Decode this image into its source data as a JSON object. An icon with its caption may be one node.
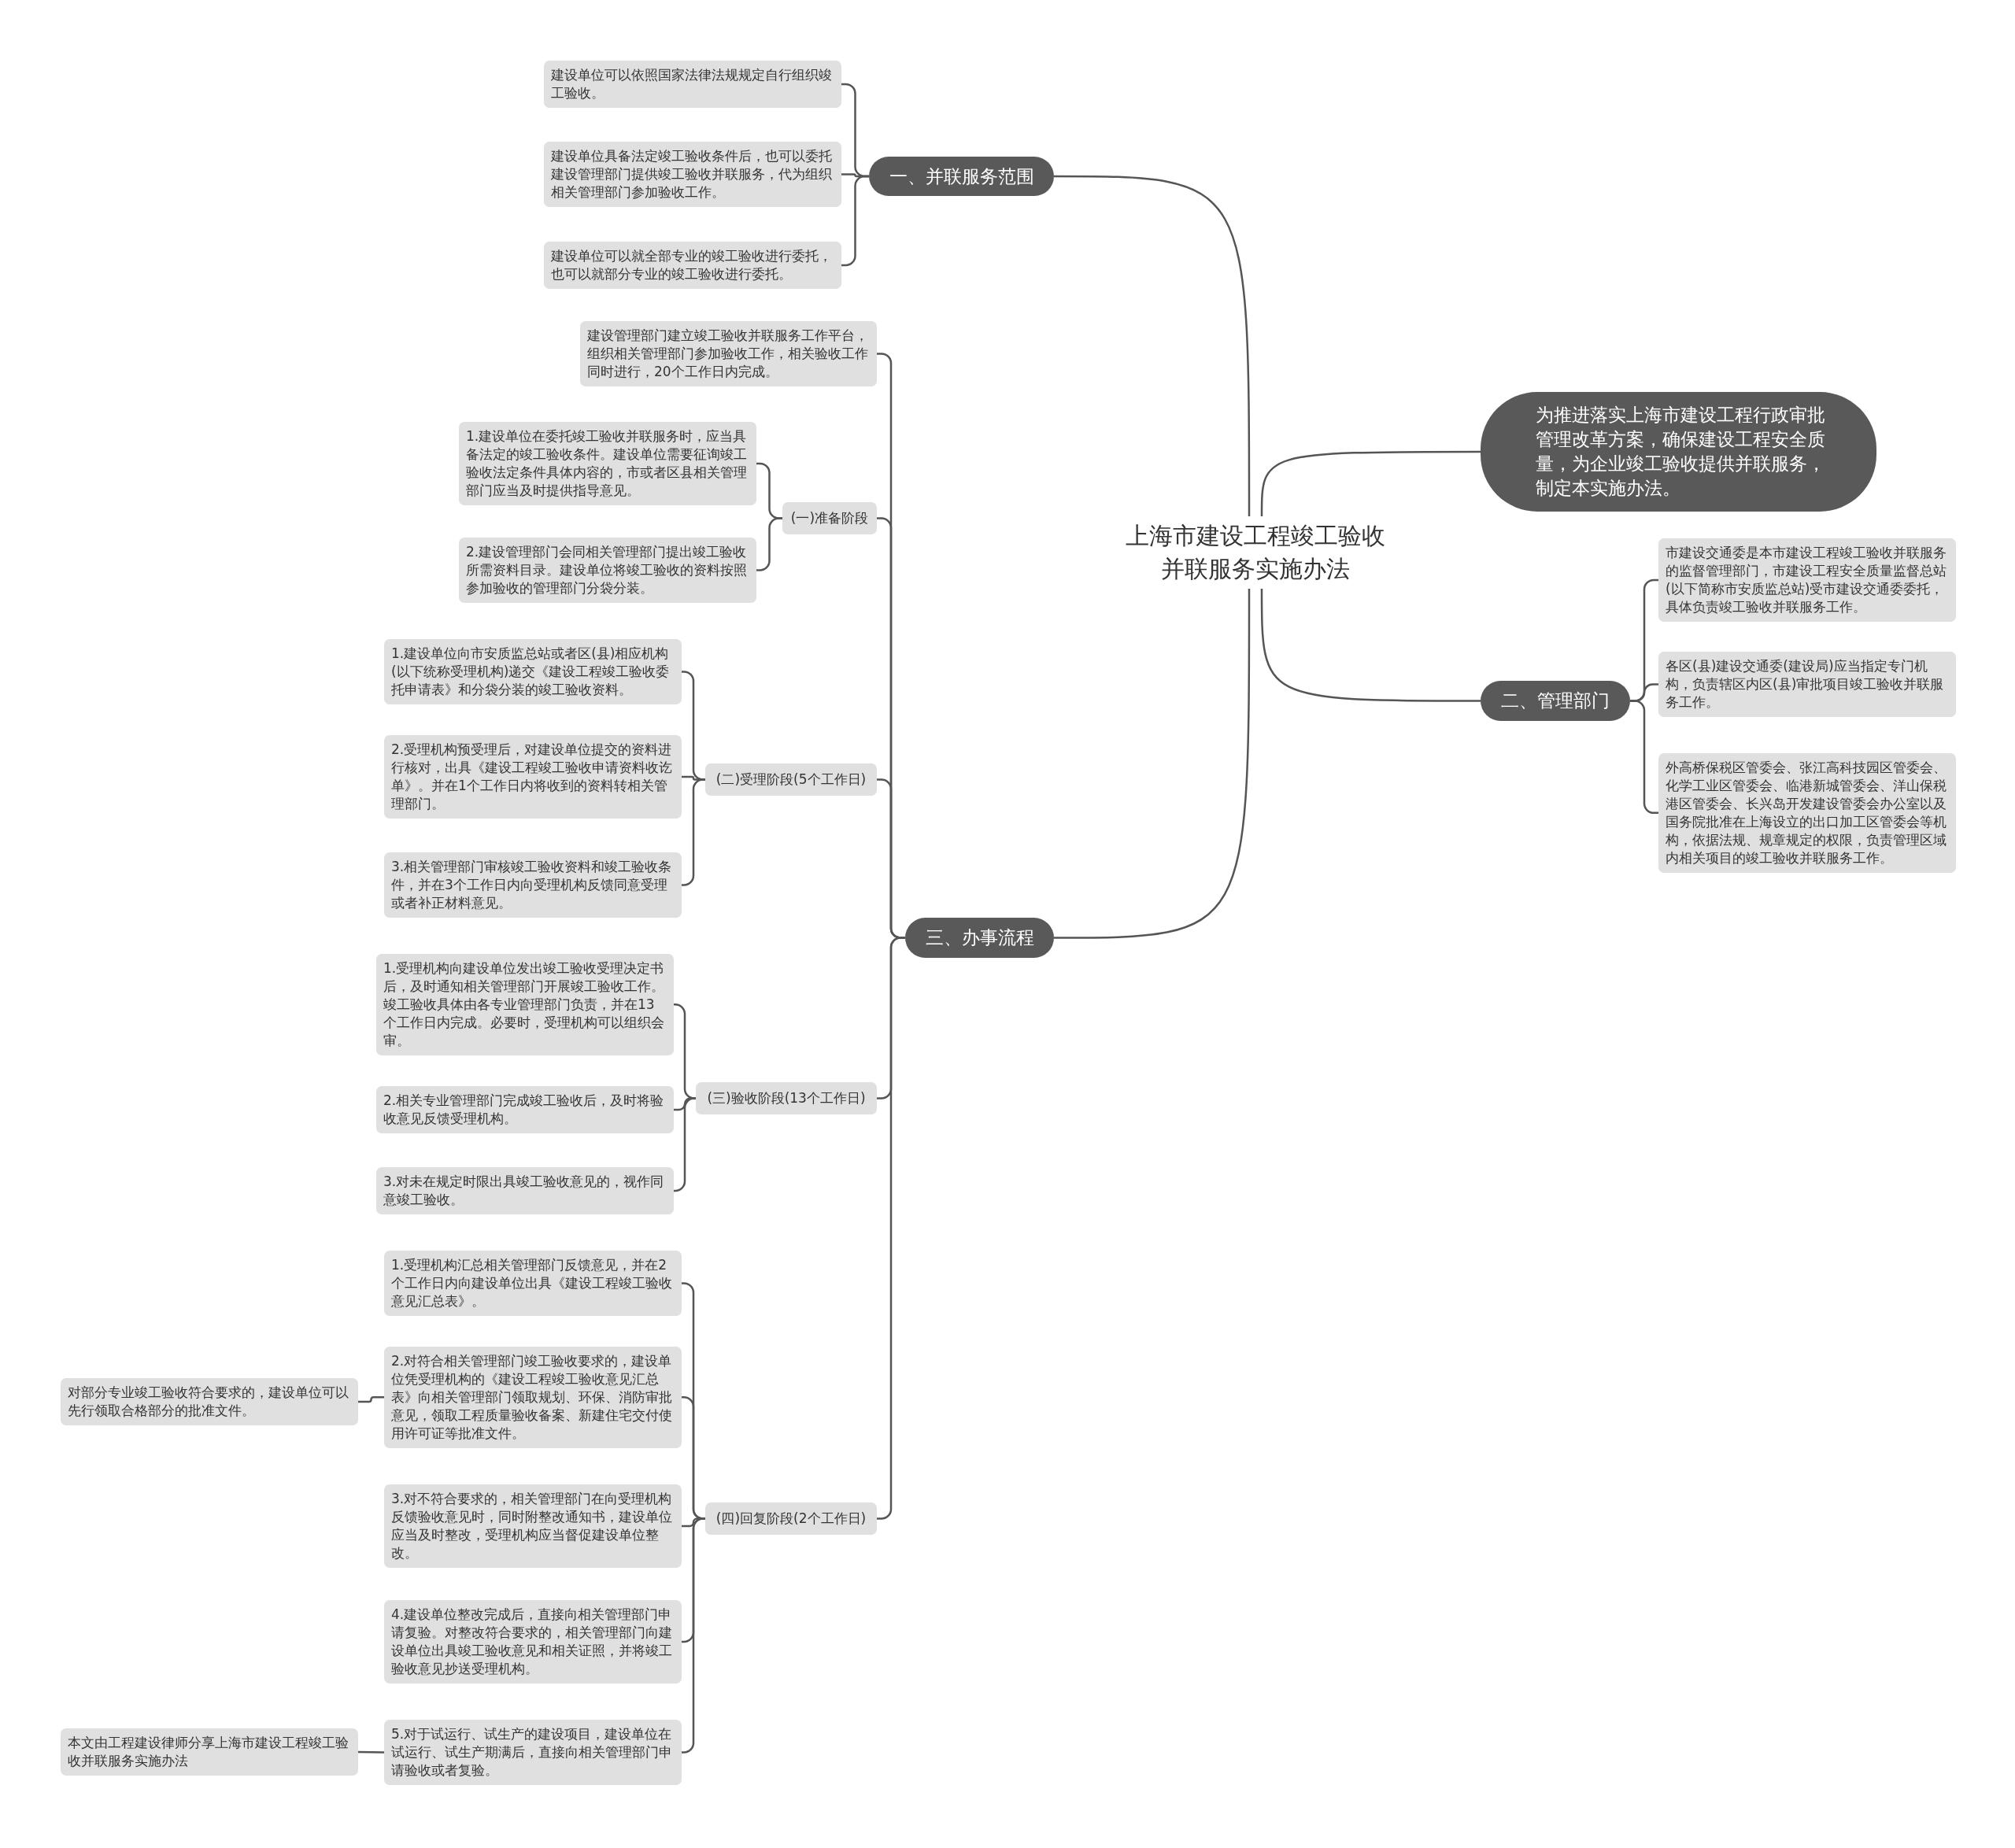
{
  "diagram": {
    "nodes": [
      {
        "text": [
          "上海市建设工程竣工验收并联服务实施办法"
        ]
      },
      {
        "text": [
          "为推进落实上海市建设工程行政审批管理改革方案，确保建设工程安全质量，为企业竣工验收提供并联服务，制定本实施办法。"
        ]
      },
      {
        "text": [
          "一、并联服务范围"
        ]
      },
      {
        "text": [
          "建设单位可以依照国家法律法规规定自行组织竣工验收。"
        ]
      },
      {
        "text": [
          "建设单位具备法定竣工验收条件后，也可以委托建设管理部门提供竣工验收并联服务，代为组织相关管理部门参加验收工作。"
        ]
      },
      {
        "text": [
          "建设单位可以就全部专业的竣工验收进行委托，也可以就部分专业的竣工验收进行委托。"
        ]
      },
      {
        "text": [
          "二、管理部门"
        ]
      },
      {
        "text": [
          "市建设交通委是本市建设工程竣工验收并联服务的监督管理部门，市建设工程安全质量监督总站(以下简称市安质监总站)受市建设交通委委托，具体负责竣工验收并联服务工作。"
        ]
      },
      {
        "text": [
          "各区(县)建设交通委(建设局)应当指定专门机构，负责辖区内区(县)审批项目竣工验收并联服务工作。"
        ]
      },
      {
        "text": [
          "外高桥保税区管委会、张江高科技园区管委会、化学工业区管委会、临港新城管委会、洋山保税港区管委会、长兴岛开发建设管委会办公室以及国务院批准在上海设立的出口加工区管委会等机构，依据法规、规章规定的权限，负责管理区域内相关项目的竣工验收并联服务工作。"
        ]
      },
      {
        "text": [
          "三、办事流程"
        ]
      },
      {
        "text": [
          "建设管理部门建立竣工验收并联服务工作平台，组织相关管理部门参加验收工作，相关验收工作同时进行，20个工作日内完成。"
        ]
      },
      {
        "text": [
          "(一)准备阶段"
        ]
      },
      {
        "text": [
          "1.建设单位在委托竣工验收并联服务时，应当具备法定的竣工验收条件。建设单位需要征询竣工验收法定条件具体内容的，市或者区县相关管理部门应当及时提供指导意见。"
        ]
      },
      {
        "text": [
          "2.建设管理部门会同相关管理部门提出竣工验收所需资料目录。建设单位将竣工验收的资料按照参加验收的管理部门分袋分装。"
        ]
      },
      {
        "text": [
          "(二)受理阶段(5个工作日)"
        ]
      },
      {
        "text": [
          "1.建设单位向市安质监总站或者区(县)相应机构(以下统称受理机构)递交《建设工程竣工验收委托申请表》和分袋分装的竣工验收资料。"
        ]
      },
      {
        "text": [
          "2.受理机构预受理后，对建设单位提交的资料进行核对，出具《建设工程竣工验收申请资料收讫单》。并在1个工作日内将收到的资料转相关管理部门。"
        ]
      },
      {
        "text": [
          "3.相关管理部门审核竣工验收资料和竣工验收条件，并在3个工作日内向受理机构反馈同意受理或者补正材料意见。"
        ]
      },
      {
        "text": [
          "(三)验收阶段(13个工作日)"
        ]
      },
      {
        "text": [
          "1.受理机构向建设单位发出竣工验收受理决定书后，及时通知相关管理部门开展竣工验收工作。竣工验收具体由各专业管理部门负责，并在13个工作日内完成。必要时，受理机构可以组织会审。"
        ]
      },
      {
        "text": [
          "2.相关专业管理部门完成竣工验收后，及时将验收意见反馈受理机构。"
        ]
      },
      {
        "text": [
          "3.对未在规定时限出具竣工验收意见的，视作同意竣工验收。"
        ]
      },
      {
        "text": [
          "(四)回复阶段(2个工作日)"
        ]
      },
      {
        "text": [
          "1.受理机构汇总相关管理部门反馈意见，并在2个工作日内向建设单位出具《建设工程竣工验收意见汇总表》。"
        ]
      },
      {
        "text": [
          "2.对符合相关管理部门竣工验收要求的，建设单位凭受理机构的《建设工程竣工验收意见汇总表》向相关管理部门领取规划、环保、消防审批意见，领取工程质量验收备案、新建住宅交付使用许可证等批准文件。"
        ]
      },
      {
        "text": [
          "3.对不符合要求的，相关管理部门在向受理机构反馈验收意见时，同时附整改通知书，建设单位应当及时整改，受理机构应当督促建设单位整改。"
        ]
      },
      {
        "text": [
          "4.建设单位整改完成后，直接向相关管理部门申请复验。对整改符合要求的，相关管理部门向建设单位出具竣工验收意见和相关证照，并将竣工验收意见抄送受理机构。"
        ]
      },
      {
        "text": [
          "5.对于试运行、试生产的建设项目，建设单位在试运行、试生产期满后，直接向相关管理部门申请验收或者复验。"
        ]
      },
      {
        "text": [
          "对部分专业竣工验收符合要求的，建设单位可以先行领取合格部分的批准文件。"
        ]
      },
      {
        "text": [
          "本文由工程建设律师分享上海市建设工程竣工验收并联服务实施办法"
        ]
      }
    ],
    "edges": [
      {
        "from": 0,
        "to": 1,
        "arrow": "none"
      },
      {
        "from": 0,
        "to": 2,
        "arrow": "none"
      },
      {
        "from": 2,
        "to": 3,
        "arrow": "none"
      },
      {
        "from": 2,
        "to": 4,
        "arrow": "none"
      },
      {
        "from": 2,
        "to": 5,
        "arrow": "none"
      },
      {
        "from": 0,
        "to": 6,
        "arrow": "none"
      },
      {
        "from": 6,
        "to": 7,
        "arrow": "none"
      },
      {
        "from": 6,
        "to": 8,
        "arrow": "none"
      },
      {
        "from": 6,
        "to": 9,
        "arrow": "none"
      },
      {
        "from": 0,
        "to": 10,
        "arrow": "none"
      },
      {
        "from": 10,
        "to": 11,
        "arrow": "none"
      },
      {
        "from": 10,
        "to": 12,
        "arrow": "none"
      },
      {
        "from": 12,
        "to": 13,
        "arrow": "none"
      },
      {
        "from": 12,
        "to": 14,
        "arrow": "none"
      },
      {
        "from": 10,
        "to": 15,
        "arrow": "none"
      },
      {
        "from": 15,
        "to": 16,
        "arrow": "none"
      },
      {
        "from": 15,
        "to": 17,
        "arrow": "none"
      },
      {
        "from": 15,
        "to": 18,
        "arrow": "none"
      },
      {
        "from": 10,
        "to": 19,
        "arrow": "none"
      },
      {
        "from": 19,
        "to": 20,
        "arrow": "none"
      },
      {
        "from": 19,
        "to": 21,
        "arrow": "none"
      },
      {
        "from": 19,
        "to": 22,
        "arrow": "none"
      },
      {
        "from": 10,
        "to": 23,
        "arrow": "none"
      },
      {
        "from": 23,
        "to": 24,
        "arrow": "none"
      },
      {
        "from": 23,
        "to": 25,
        "arrow": "none"
      },
      {
        "from": 23,
        "to": 26,
        "arrow": "none"
      },
      {
        "from": 23,
        "to": 27,
        "arrow": "none"
      },
      {
        "from": 23,
        "to": 28,
        "arrow": "none"
      },
      {
        "from": 25,
        "to": 29,
        "arrow": "none"
      },
      {
        "from": 28,
        "to": 30,
        "arrow": "none"
      }
    ]
  }
}
